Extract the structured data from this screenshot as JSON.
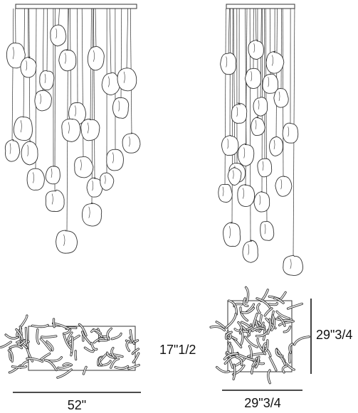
{
  "dimensions": {
    "large_height": "17\"1/2",
    "large_width": "52\"",
    "small_height": "29\"3/4",
    "small_width": "29\"3/4"
  },
  "colors": {
    "line": "#333333",
    "text": "#111111",
    "background": "#ffffff"
  }
}
